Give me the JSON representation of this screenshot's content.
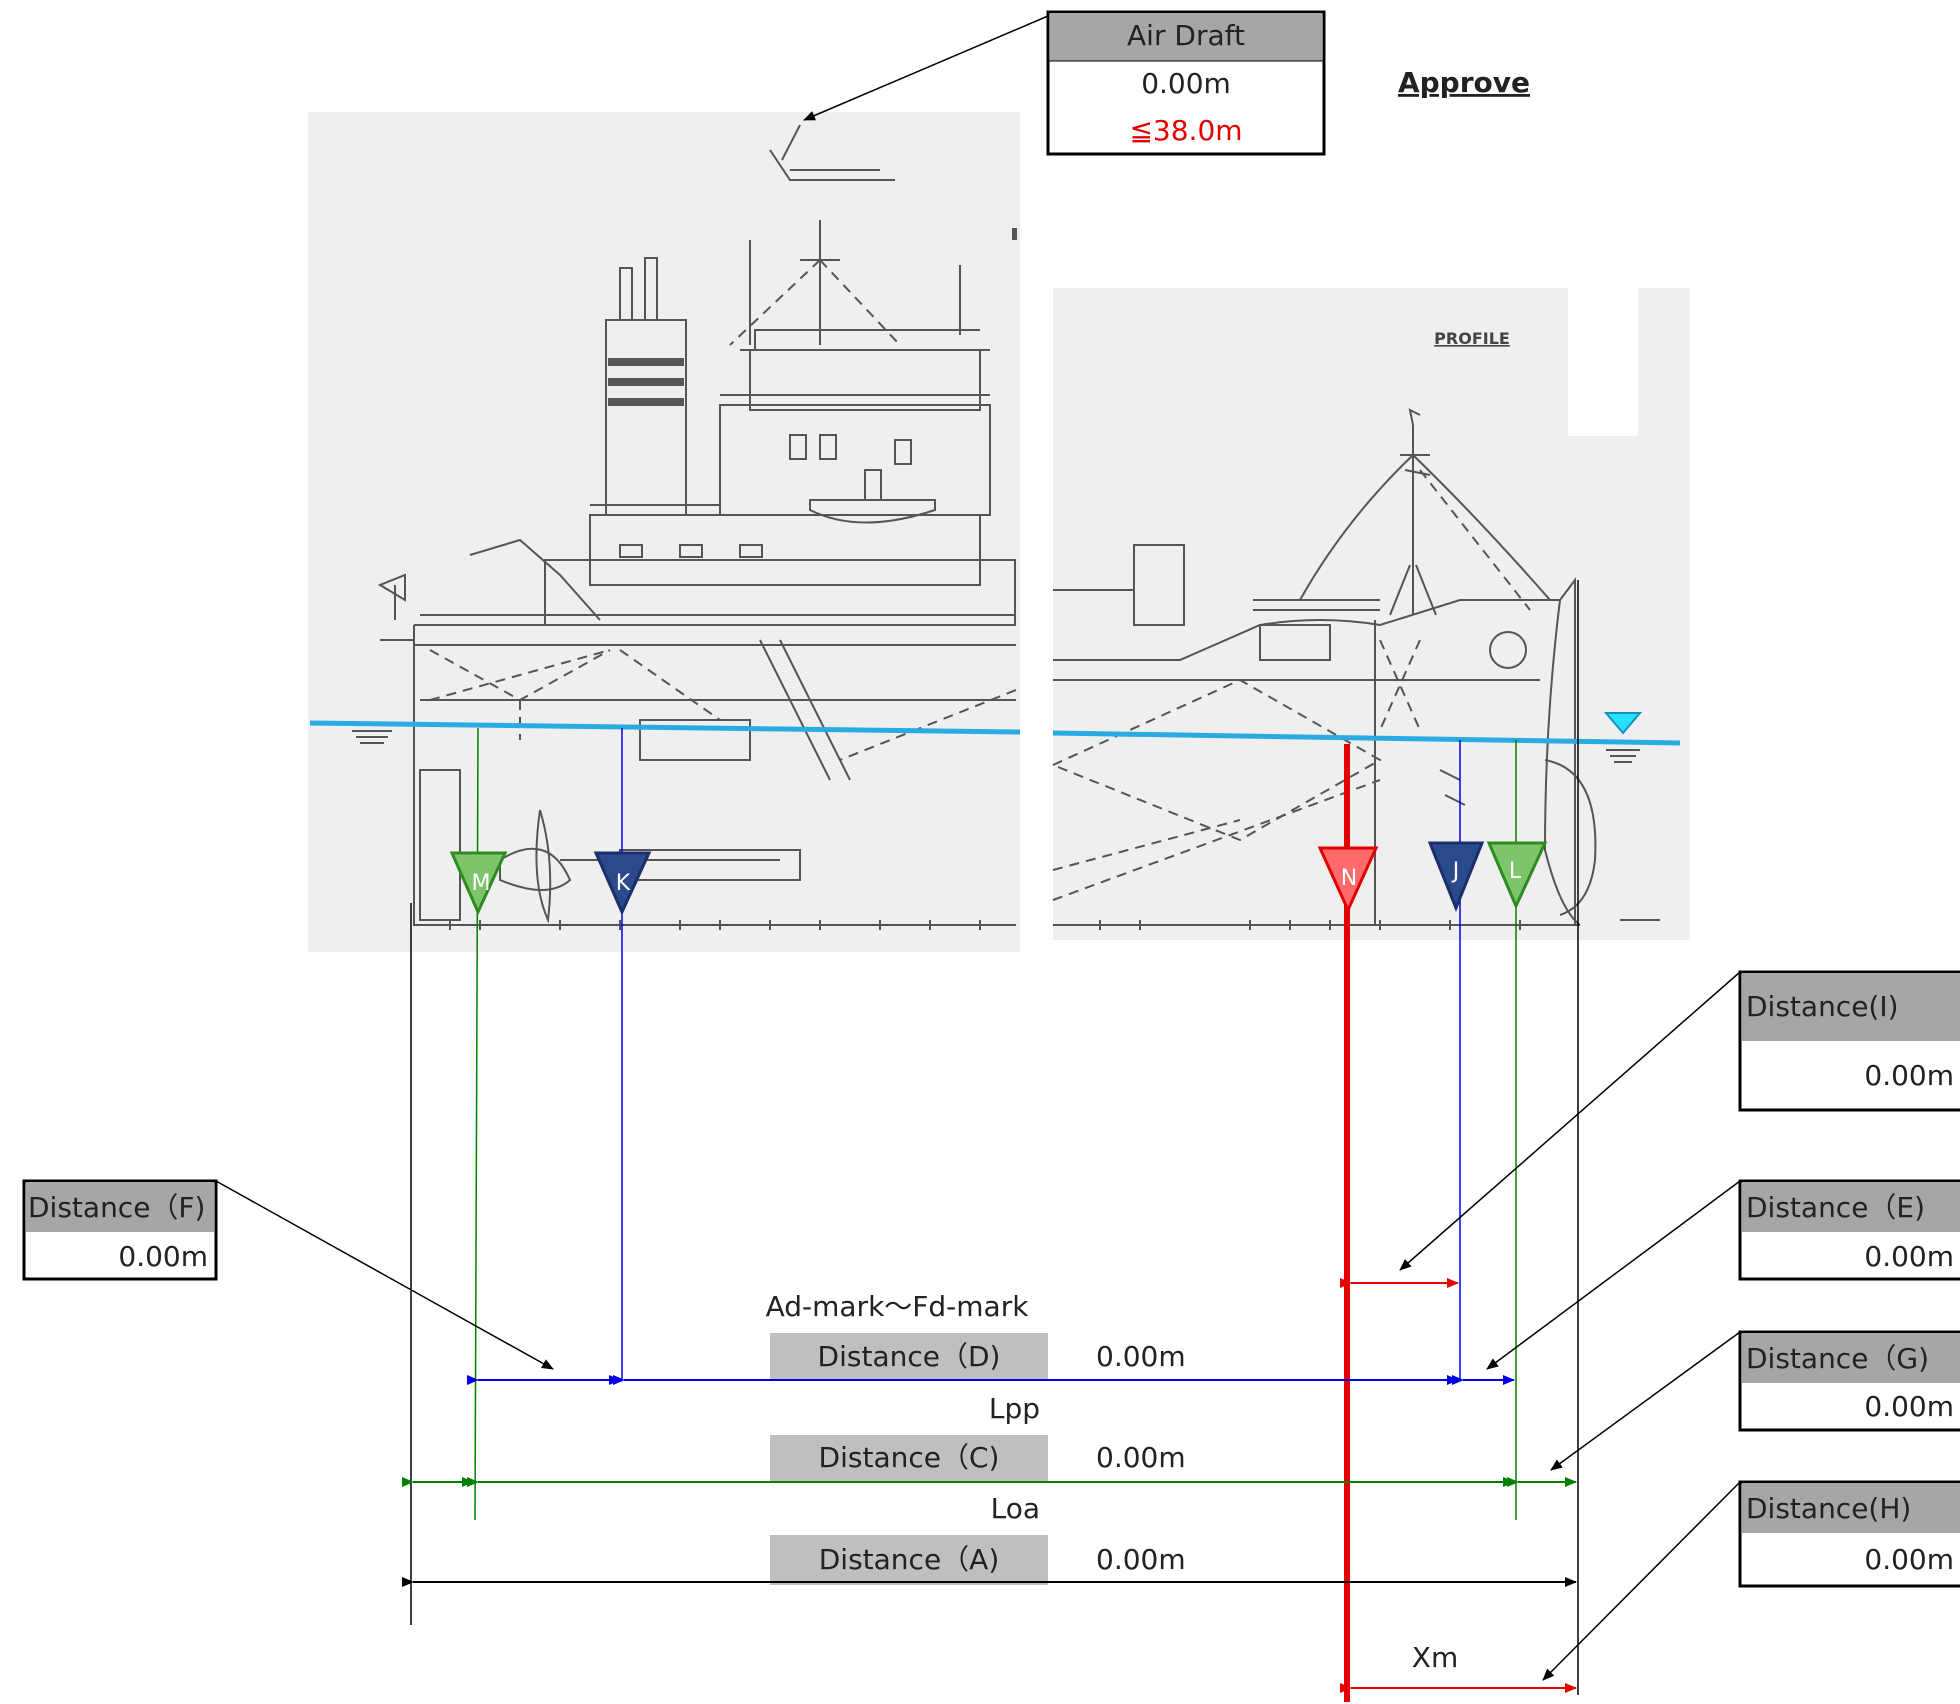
{
  "air_draft": {
    "title": "Air Draft",
    "value": "0.00m",
    "limit": "≦38.0m",
    "limit_color": "#e60000"
  },
  "approve": "Approve",
  "drawing": {
    "profile_label": "PROFILE"
  },
  "marks": [
    {
      "id": "M",
      "color": "#70bf5e",
      "stroke": "#2e8b20"
    },
    {
      "id": "K",
      "color": "#2a4a8c",
      "stroke": "#1a2f6b"
    },
    {
      "id": "N",
      "color": "#ff6b6b",
      "stroke": "#e00000"
    },
    {
      "id": "J",
      "color": "#2a4a8c",
      "stroke": "#1a2f6b"
    },
    {
      "id": "L",
      "color": "#70bf5e",
      "stroke": "#2e8b20"
    }
  ],
  "dimensions": {
    "d": {
      "caption": "Ad-mark～Fd-mark",
      "label": "Distance（D)",
      "value": "0.00m"
    },
    "c": {
      "caption": "Lpp",
      "label": "Distance（C)",
      "value": "0.00m"
    },
    "a": {
      "caption": "Loa",
      "label": "Distance（A)",
      "value": "0.00m"
    },
    "x": {
      "caption": "Xm"
    }
  },
  "callouts": {
    "f": {
      "title": "Distance（F)",
      "value": "0.00m"
    },
    "i": {
      "title": "Distance(I)",
      "value": "0.00m"
    },
    "e": {
      "title": "Distance（E)",
      "value": "0.00m"
    },
    "g": {
      "title": "Distance（G)",
      "value": "0.00m"
    },
    "h": {
      "title": "Distance(H)",
      "value": "0.00m"
    }
  },
  "colors": {
    "waterline": "#29abe2",
    "blue_dim": "#0000e6",
    "green_dim": "#008000",
    "red_dim": "#e60000"
  }
}
